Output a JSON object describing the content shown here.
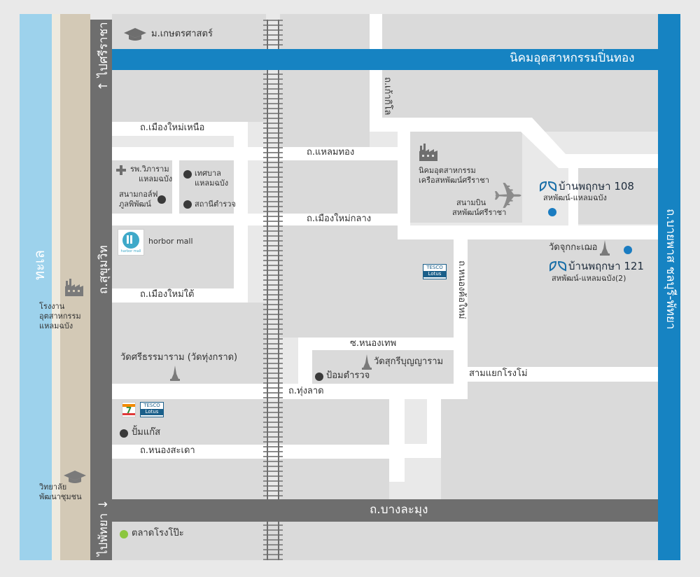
{
  "map": {
    "sea": {
      "label": "ทะเล",
      "color": "#9dd2ec"
    },
    "beach_color": "#d3c9b6",
    "block_color": "#dadada",
    "road_color": "#ffffff",
    "highway_color": "#6e6e6e",
    "industrial_road_color": "#1683c2",
    "accent_blue": "#1a7cc1",
    "market_green": "#8cc63f",
    "roads": {
      "sukhumvit": "ถ.สุขุมวิท",
      "to_sriracha": "↑ ไปศรีราชา",
      "to_pattaya": "ไปพัทยา ↓",
      "pinthong": "นิคมอุตสาหกรรมปิ่นทอง",
      "bypass": "ถ.บายพาส ชลบุรี-พัทยา",
      "bang_lamung": "ถ.บางละมุง",
      "mueang_mai_nuea": "ถ.เมืองใหม่เหนือ",
      "laem_thong": "ถ.แหลมทอง",
      "mueang_mai_klang": "ถ.เมืองใหม่กลาง",
      "mueang_mai_tai": "ถ.เมืองใหม่ใต้",
      "kao_kilo": "ถ.เก้ากิโล",
      "nong_kho_mai": "ถ.หนองค้อใหม่",
      "soi_nong_thep": "ซ.หนองเทพ",
      "sam_yaek": "สามแยกโรงโม่",
      "thung_lat": "ถ.ทุ่งลาด",
      "nong_sadao": "ถ.หนองสะเดา"
    },
    "places": {
      "kasetsart": "ม.เกษตรศาสตร์",
      "hospital": [
        "รพ.วิภาราม",
        "แหลมฉบัง"
      ],
      "municipality": [
        "เทศบาล",
        "แหลมฉบัง"
      ],
      "golf": [
        "สนามกอล์ฟ",
        "ภูลพิพัฒน์"
      ],
      "police_station": "สถานีตำรวจ",
      "harbor_mall": "horbor mall",
      "harbor_logo_text": "harbor mall",
      "estate": [
        "นิคมอุตสาหกรรม",
        "เครือสหพัฒน์ศรีราชา"
      ],
      "airport": [
        "สนามบิน",
        "สหพัฒน์ศรีราชา"
      ],
      "factory": [
        "โรงงาน",
        "อุตสาหกรรม",
        "แหลมฉบัง"
      ],
      "wat_sri": "วัดศรีธรรมาราม (วัดทุ่งกราด)",
      "wat_sarabun": "วัดสุกรีบุญญาราม",
      "police_box": "ป้อมตำรวจ",
      "gas_station": "ปั้มแก๊ส",
      "college": [
        "วิทยาลัย",
        "พัฒนาชุมชน"
      ],
      "market": "ตลาดโรงโป๊ะ",
      "wat_juk": "วัดจุกกะเฌอ",
      "seven_eleven": "7",
      "tesco": [
        "TESCO",
        "Lotus"
      ]
    },
    "projects": [
      {
        "name": "บ้านพฤกษา 108",
        "sub": "สหพัฒน์-แหลมฉบัง"
      },
      {
        "name": "บ้านพฤกษา 121",
        "sub": "สหพัฒน์-แหลมฉบัง(2)"
      }
    ]
  }
}
